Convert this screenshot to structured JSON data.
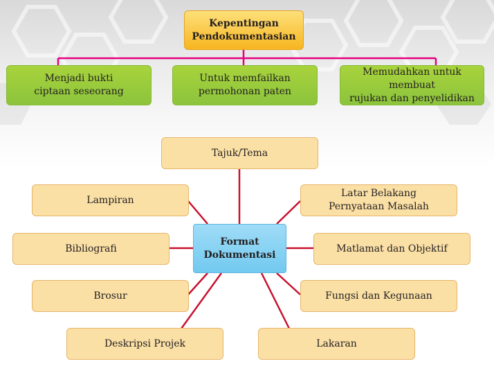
{
  "top": {
    "title": "Kepentingan\nPendokumentasian"
  },
  "importance": [
    "Menjadi bukti\nciptaan seseorang",
    "Untuk memfailkan\npermohonan paten",
    "Memudahkan untuk membuat\nrujukan dan penyelidikan"
  ],
  "center": {
    "title": "Format\nDokumentasi"
  },
  "formats": {
    "tajuk": "Tajuk/Tema",
    "lampiran": "Lampiran",
    "latar": "Latar Belakang\nPernyataan Masalah",
    "bibliografi": "Bibliografi",
    "matlamat": "Matlamat dan Objektif",
    "brosur": "Brosur",
    "fungsi": "Fungsi dan Kegunaan",
    "deskripsi": "Deskripsi Projek",
    "lakaran": "Lakaran"
  },
  "colors": {
    "connector_top": "#e5007e",
    "connector_spoke": "#c8102e",
    "title_box": "#f7b520",
    "green_box": "#8cc43d",
    "cream_box": "#fbe0a6",
    "center_box": "#72c9ef"
  }
}
